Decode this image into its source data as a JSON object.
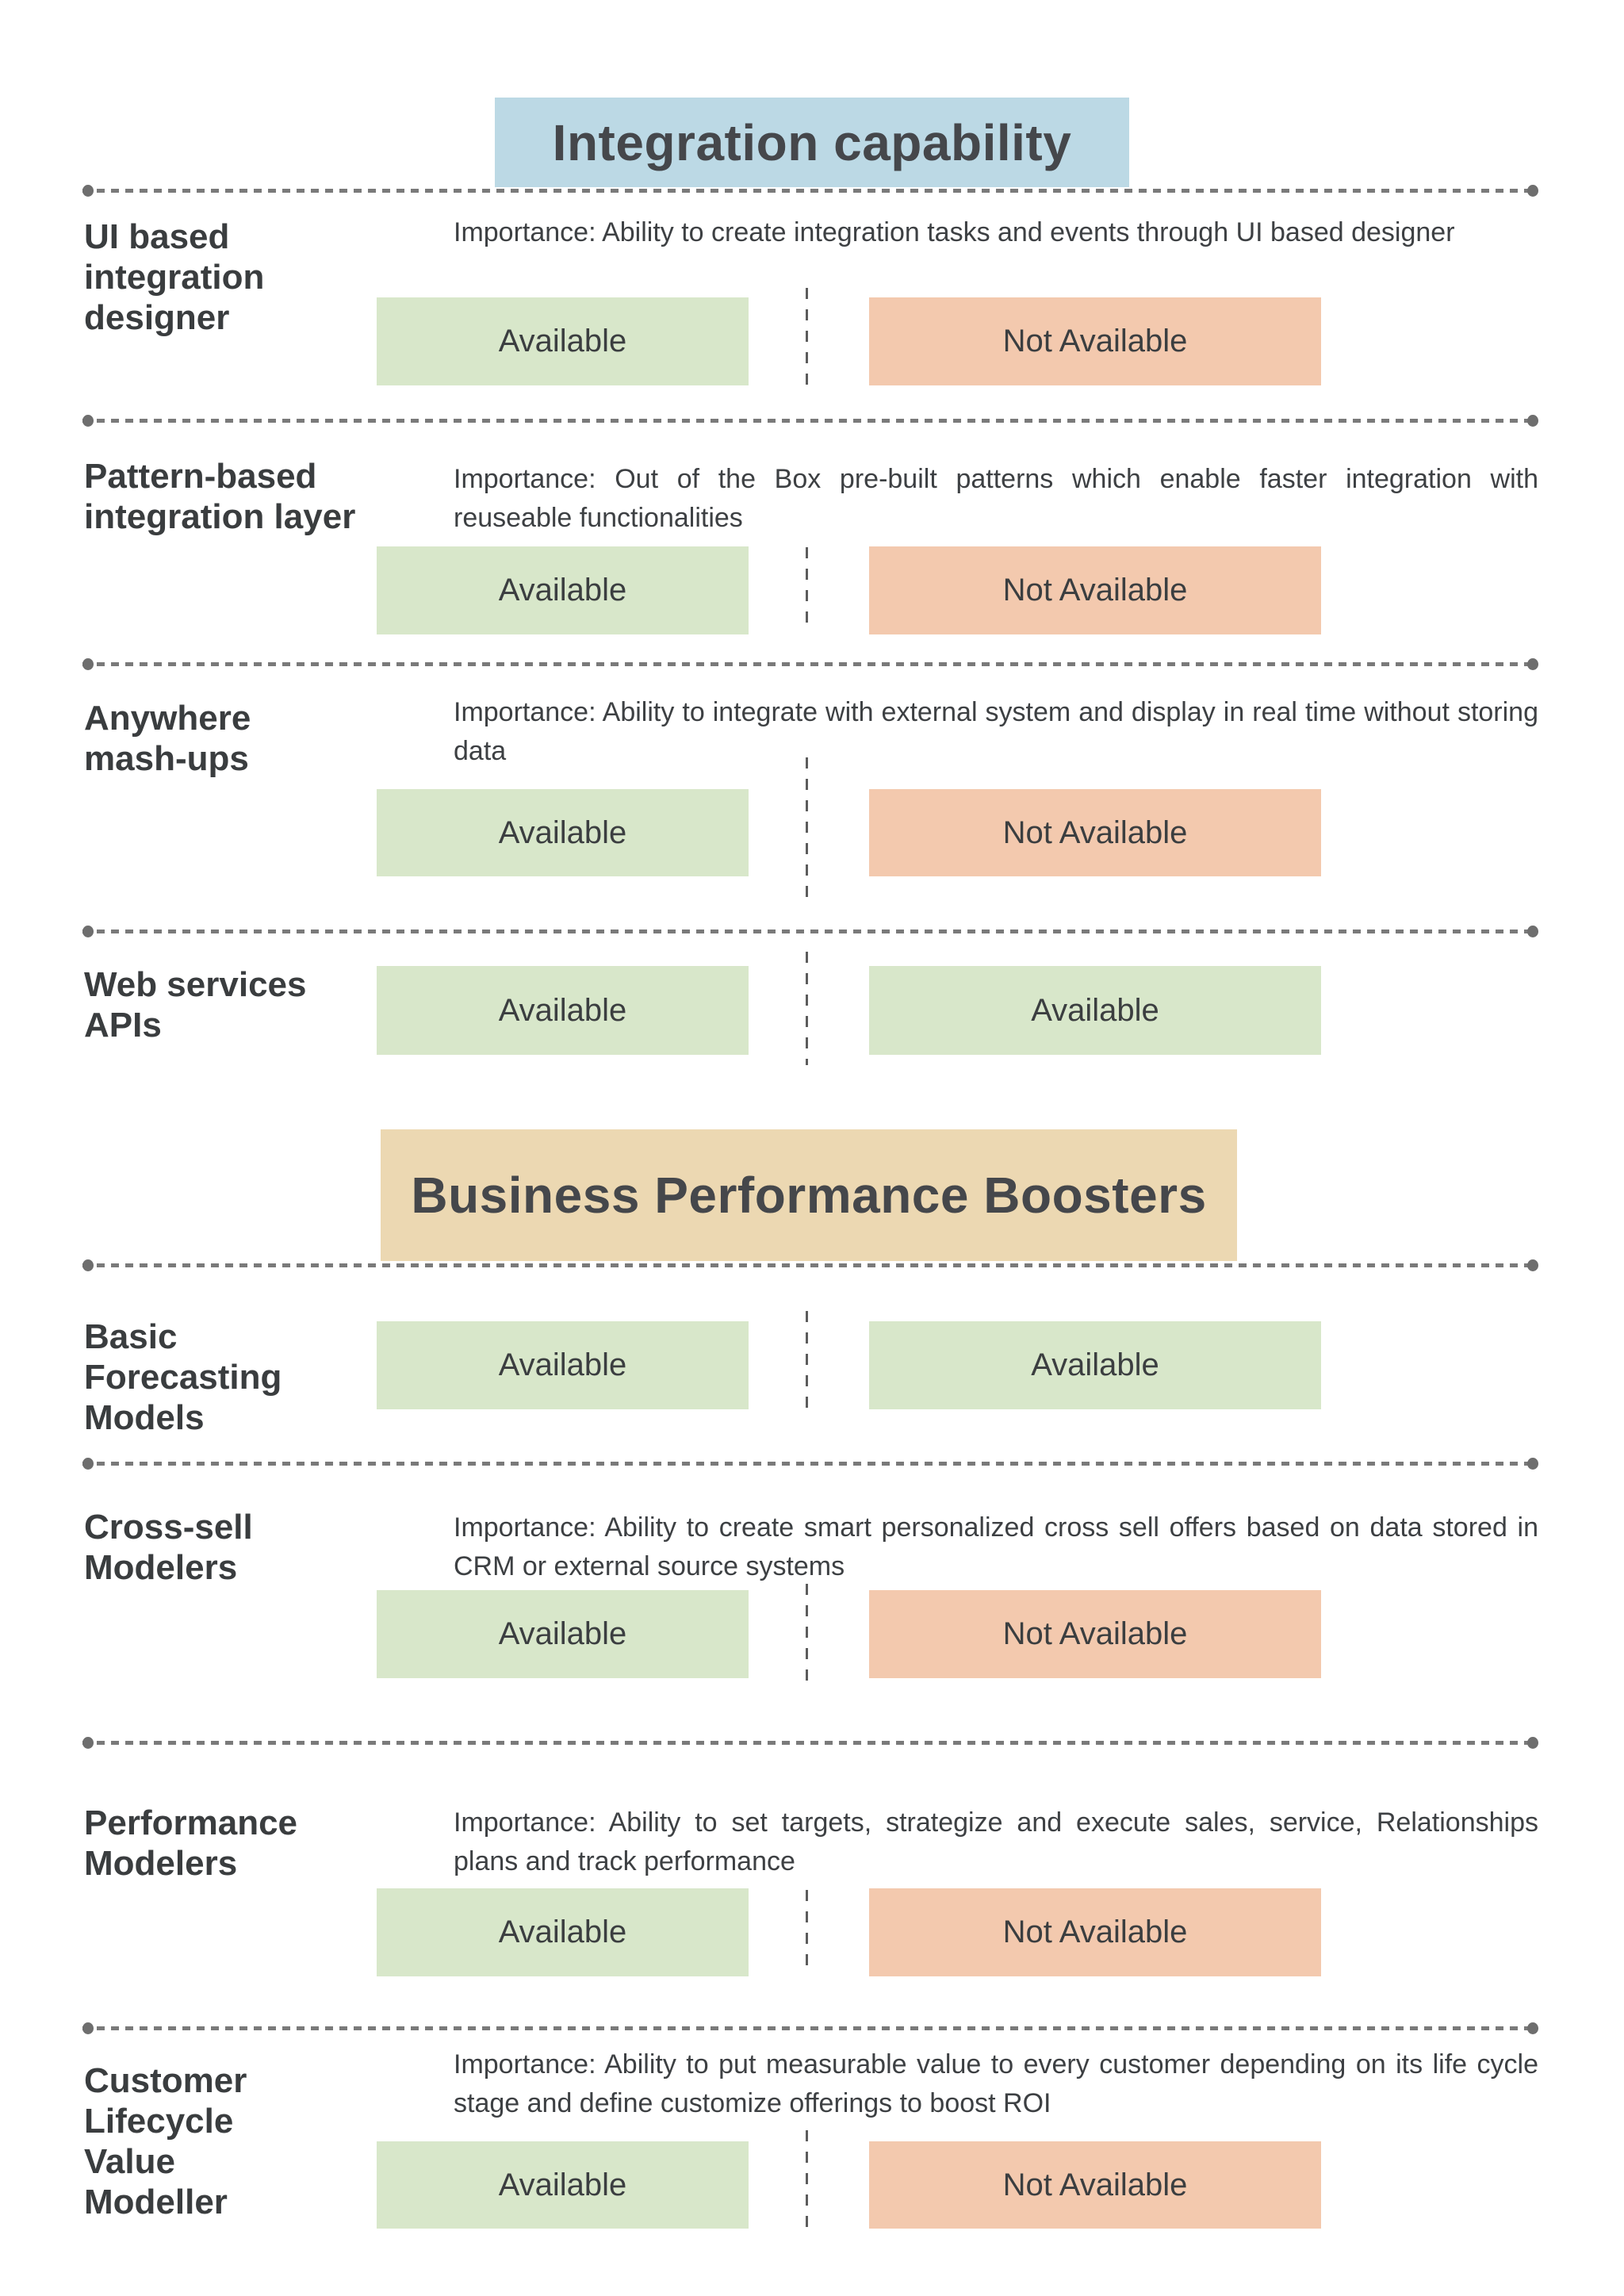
{
  "colors": {
    "available_bg": "#d8e7ca",
    "not_available_bg": "#f3c9ae",
    "section1_bg": "#bcd9e5",
    "section2_bg": "#ecd8b2",
    "text": "#3d4043"
  },
  "sections": [
    {
      "title": "Integration capability",
      "rows": [
        {
          "feature": "UI based\nintegration\ndesigner",
          "importance": "Importance: Ability to create integration tasks and events through UI based designer",
          "left": {
            "label": "Available",
            "status": "available"
          },
          "right": {
            "label": "Not Available",
            "status": "not-available"
          }
        },
        {
          "feature": "Pattern-based\nintegration layer",
          "importance": "Importance: Out of the Box pre-built patterns which enable faster integration with reuseable functionalities",
          "left": {
            "label": "Available",
            "status": "available"
          },
          "right": {
            "label": "Not Available",
            "status": "not-available"
          }
        },
        {
          "feature": "Anywhere\nmash-ups",
          "importance": "Importance: Ability to integrate with external system and display in real time without storing data",
          "left": {
            "label": "Available",
            "status": "available"
          },
          "right": {
            "label": "Not Available",
            "status": "not-available"
          }
        },
        {
          "feature": "Web services\nAPIs",
          "importance": "",
          "left": {
            "label": "Available",
            "status": "available"
          },
          "right": {
            "label": "Available",
            "status": "available"
          }
        }
      ]
    },
    {
      "title": "Business Performance Boosters",
      "rows": [
        {
          "feature": "Basic\nForecasting\nModels",
          "importance": "",
          "left": {
            "label": "Available",
            "status": "available"
          },
          "right": {
            "label": "Available",
            "status": "available"
          }
        },
        {
          "feature": "Cross-sell\nModelers",
          "importance": "Importance: Ability to create smart personalized cross sell offers based on data stored in CRM or external source systems",
          "left": {
            "label": "Available",
            "status": "available"
          },
          "right": {
            "label": "Not Available",
            "status": "not-available"
          }
        },
        {
          "feature": "Performance\nModelers",
          "importance": "Importance: Ability to set targets, strategize and execute sales, service, Relationships plans and track performance",
          "left": {
            "label": "Available",
            "status": "available"
          },
          "right": {
            "label": "Not Available",
            "status": "not-available"
          }
        },
        {
          "feature": "Customer\nLifecycle\nValue\nModeller",
          "importance": "Importance: Ability to put measurable value to every customer depending on its life cycle stage and define customize offerings to boost ROI",
          "left": {
            "label": "Available",
            "status": "available"
          },
          "right": {
            "label": "Not Available",
            "status": "not-available"
          }
        }
      ]
    }
  ]
}
